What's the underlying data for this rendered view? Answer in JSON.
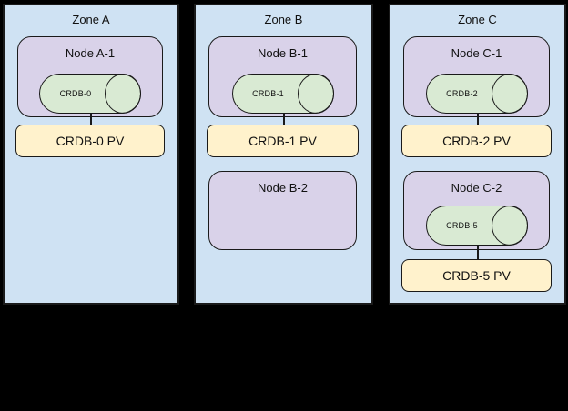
{
  "colors": {
    "background": "#000000",
    "zone_fill": "#CFE2F3",
    "node_fill": "#D9D2E9",
    "cylinder_fill": "#D9EAD3",
    "pv_fill": "#FFF2CC",
    "border": "#1a1a1a"
  },
  "zones": [
    {
      "title": "Zone A",
      "nodes": [
        {
          "label": "Node A-1",
          "cylinder": "CRDB-0",
          "pv": "CRDB-0 PV"
        }
      ]
    },
    {
      "title": "Zone B",
      "nodes": [
        {
          "label": "Node B-1",
          "cylinder": "CRDB-1",
          "pv": "CRDB-1 PV"
        },
        {
          "label": "Node B-2"
        }
      ]
    },
    {
      "title": "Zone C",
      "nodes": [
        {
          "label": "Node C-1",
          "cylinder": "CRDB-2",
          "pv": "CRDB-2 PV"
        },
        {
          "label": "Node C-2",
          "cylinder": "CRDB-5",
          "pv": "CRDB-5 PV"
        }
      ]
    }
  ]
}
